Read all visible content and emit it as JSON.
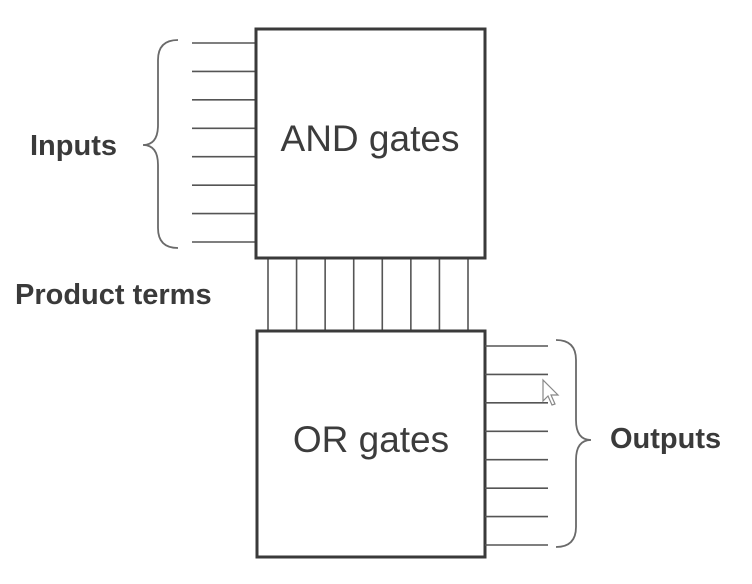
{
  "blocks": {
    "and": {
      "label": "AND gates"
    },
    "or": {
      "label": "OR gates"
    }
  },
  "labels": {
    "inputs": "Inputs",
    "product_terms": "Product terms",
    "outputs": "Outputs"
  },
  "counts": {
    "input_lines": 8,
    "product_term_lines": 8,
    "output_lines": 8
  },
  "colors": {
    "stroke": "#3a3a3a",
    "text": "#3a3a3a",
    "background": "#ffffff"
  }
}
